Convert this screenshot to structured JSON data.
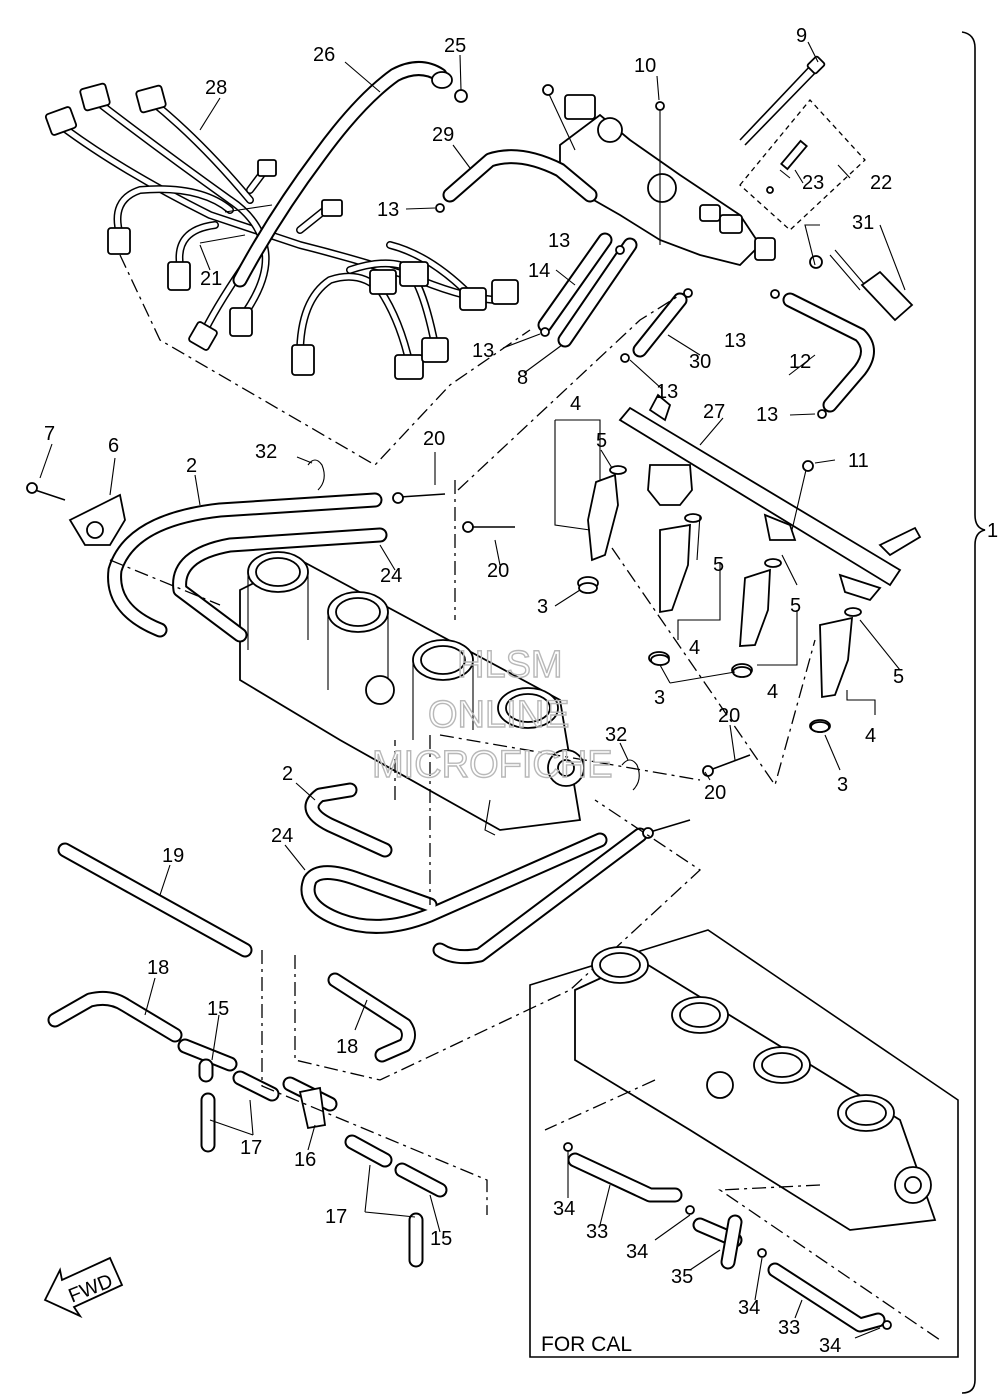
{
  "diagram": {
    "assembly_callout": "1",
    "inset_title": "FOR CAL",
    "direction_tag": "FWD",
    "watermark": [
      "HLSM",
      "ONLINE",
      "MICROFICHE"
    ],
    "callouts": [
      {
        "id": "c9",
        "text": "9"
      },
      {
        "id": "c10",
        "text": "10"
      },
      {
        "id": "c25",
        "text": "25"
      },
      {
        "id": "c26",
        "text": "26"
      },
      {
        "id": "c28",
        "text": "28"
      },
      {
        "id": "c29",
        "text": "29"
      },
      {
        "id": "c13a",
        "text": "13"
      },
      {
        "id": "c13b",
        "text": "13"
      },
      {
        "id": "c22",
        "text": "22"
      },
      {
        "id": "c23",
        "text": "23"
      },
      {
        "id": "c31",
        "text": "31"
      },
      {
        "id": "c21",
        "text": "21"
      },
      {
        "id": "c14",
        "text": "14"
      },
      {
        "id": "c13c",
        "text": "13"
      },
      {
        "id": "c8",
        "text": "8"
      },
      {
        "id": "c13d",
        "text": "13"
      },
      {
        "id": "c30",
        "text": "30"
      },
      {
        "id": "c12",
        "text": "12"
      },
      {
        "id": "c13e",
        "text": "13"
      },
      {
        "id": "c13f",
        "text": "13"
      },
      {
        "id": "c27",
        "text": "27"
      },
      {
        "id": "c4a",
        "text": "4"
      },
      {
        "id": "c5a",
        "text": "5"
      },
      {
        "id": "c11",
        "text": "11"
      },
      {
        "id": "c7",
        "text": "7"
      },
      {
        "id": "c6",
        "text": "6"
      },
      {
        "id": "c32a",
        "text": "32"
      },
      {
        "id": "c20a",
        "text": "20"
      },
      {
        "id": "c2a",
        "text": "2"
      },
      {
        "id": "c24a",
        "text": "24"
      },
      {
        "id": "c20b",
        "text": "20"
      },
      {
        "id": "c3a",
        "text": "3"
      },
      {
        "id": "c5b",
        "text": "5"
      },
      {
        "id": "c4b",
        "text": "4"
      },
      {
        "id": "c5c",
        "text": "5"
      },
      {
        "id": "c3b",
        "text": "3"
      },
      {
        "id": "c4c",
        "text": "4"
      },
      {
        "id": "c5d",
        "text": "5"
      },
      {
        "id": "c4d",
        "text": "4"
      },
      {
        "id": "c20c",
        "text": "20"
      },
      {
        "id": "c32b",
        "text": "32"
      },
      {
        "id": "c20d",
        "text": "20"
      },
      {
        "id": "c3c",
        "text": "3"
      },
      {
        "id": "c2b",
        "text": "2"
      },
      {
        "id": "c24b",
        "text": "24"
      },
      {
        "id": "c19",
        "text": "19"
      },
      {
        "id": "c18a",
        "text": "18"
      },
      {
        "id": "c15a",
        "text": "15"
      },
      {
        "id": "c18b",
        "text": "18"
      },
      {
        "id": "c17a",
        "text": "17"
      },
      {
        "id": "c16",
        "text": "16"
      },
      {
        "id": "c17b",
        "text": "17"
      },
      {
        "id": "c15b",
        "text": "15"
      },
      {
        "id": "c34a",
        "text": "34"
      },
      {
        "id": "c33a",
        "text": "33"
      },
      {
        "id": "c34b",
        "text": "34"
      },
      {
        "id": "c35",
        "text": "35"
      },
      {
        "id": "c34c",
        "text": "34"
      },
      {
        "id": "c33b",
        "text": "33"
      },
      {
        "id": "c34d",
        "text": "34"
      }
    ]
  }
}
